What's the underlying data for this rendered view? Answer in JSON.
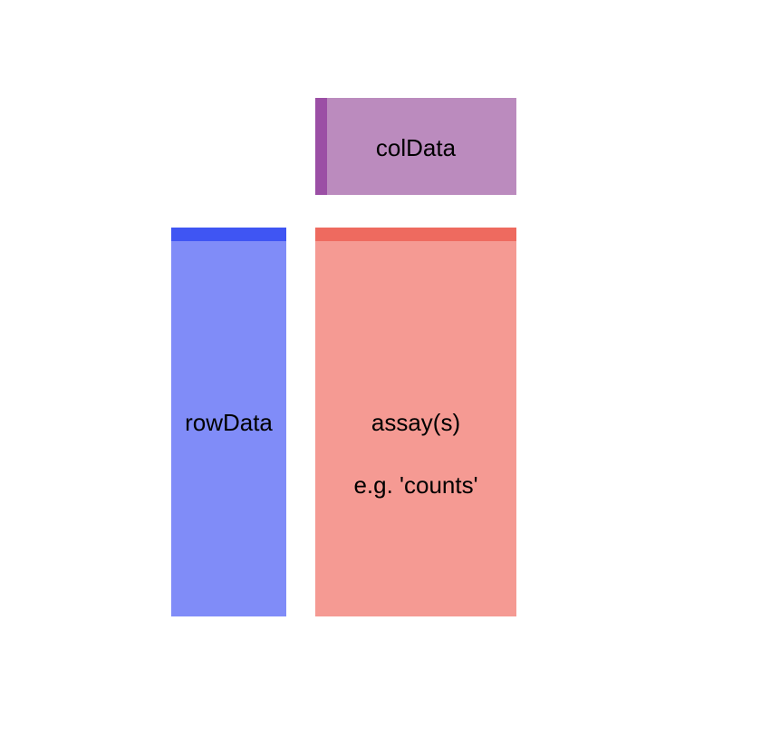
{
  "blocks": {
    "coldata": {
      "label": "colData",
      "fill": "#bb8bbe",
      "accent": "#9b4fa5"
    },
    "rowdata": {
      "label": "rowData",
      "fill": "#808cf8",
      "accent": "#3f55f3"
    },
    "assay": {
      "label": "assay(s)",
      "sublabel": "e.g. 'counts'",
      "fill": "#f59a93",
      "accent": "#ee6a5f"
    }
  }
}
